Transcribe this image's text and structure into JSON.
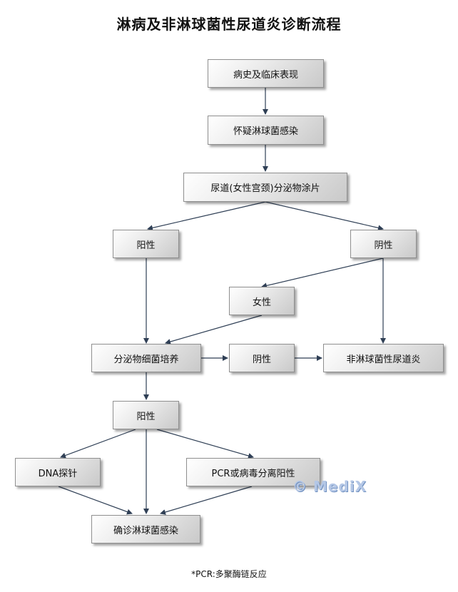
{
  "title": "淋病及非淋球菌性尿道炎诊断流程",
  "nodes": {
    "history": "病史及临床表现",
    "suspect": "怀疑淋球菌感染",
    "smear": "尿道(女性宫颈)分泌物涂片",
    "positive1": "阳性",
    "negative1": "阴性",
    "female": "女性",
    "culture": "分泌物细菌培养",
    "negative2": "阴性",
    "ngu": "非淋球菌性尿道炎",
    "positive2": "阳性",
    "dna": "DNA探针",
    "pcr": "PCR或病毒分离阳性",
    "confirm": "确诊淋球菌感染"
  },
  "footnote": "*PCR:多聚酶链反应",
  "watermark": "© MediX",
  "colors": {
    "arrow": "#2f3f55",
    "watermark": "#b4c7e6"
  }
}
